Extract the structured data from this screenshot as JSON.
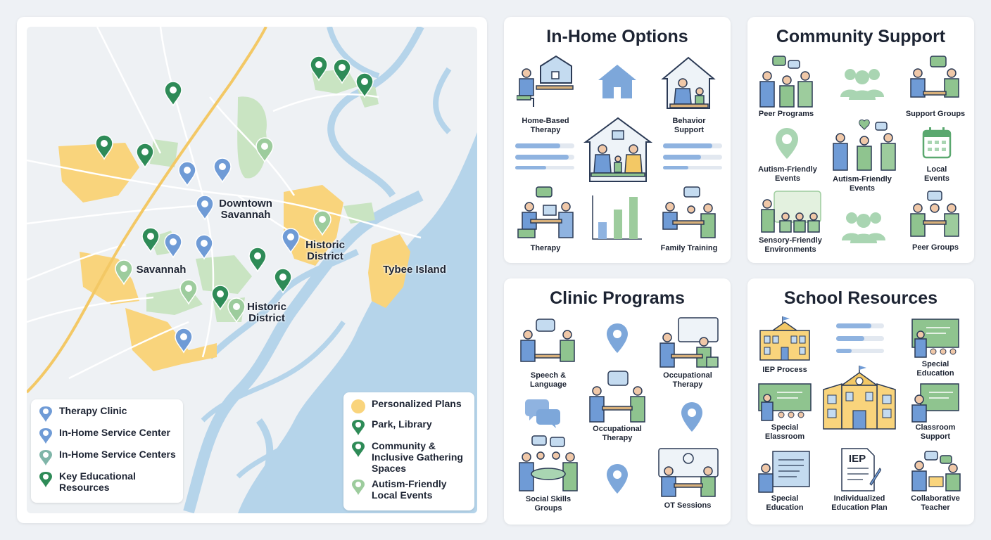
{
  "map": {
    "labels": {
      "downtown": "Downtown\nSavannah",
      "historic_east": "Historic\nDistrict",
      "savannah": "Savannah",
      "historic_south": "Historic\nDistrict",
      "tybee": "Tybee Island"
    },
    "legend_left": [
      {
        "label": "Therapy Clinic",
        "icon": "map-pin-icon",
        "color": "#6f9bd6"
      },
      {
        "label": "In-Home Service Center",
        "icon": "map-pin-icon",
        "color": "#6f9bd6"
      },
      {
        "label": "In-Home Service Centers",
        "icon": "map-pin-icon",
        "color": "#7fb5a8"
      },
      {
        "label": "Key Educational Resources",
        "icon": "graduation-cap-pin-icon",
        "color": "#2e8b57"
      }
    ],
    "legend_right": [
      {
        "label": "Personalized Plans",
        "icon": "yellow-circle-icon",
        "color": "#f9d47c"
      },
      {
        "label": "Park, Library",
        "icon": "park-pin-icon",
        "color": "#2e8b57"
      },
      {
        "label": "Community & Inclusive Gathering Spaces",
        "icon": "people-pin-icon",
        "color": "#2e8b57"
      },
      {
        "label": "Autism-Friendly Local Events",
        "icon": "light-pin-icon",
        "color": "#9dcc9d"
      }
    ],
    "colors": {
      "water": "#b5d4ea",
      "land": "#eef1f4",
      "park": "#c9e4c2",
      "plans": "#f9d47c",
      "highway": "#f3c865"
    }
  },
  "in_home": {
    "title": "In-Home Options",
    "items": [
      "Home-Based\nTherapy",
      "Behavior\nSupport",
      "Therapy",
      "Family Training"
    ]
  },
  "community": {
    "title": "Community Support",
    "items": [
      "Peer Programs",
      "Support Groups",
      "Autism-Friendly\nEvents",
      "Autism-Friendly\nEvents",
      "Local\nEvents",
      "Sensory-Friendly\nEnvironments",
      "Peer Groups"
    ]
  },
  "clinic": {
    "title": "Clinic Programs",
    "items": [
      "Speech &\nLanguage",
      "Occupational\nTherapy",
      "Occupational\nTherapy",
      "Social Skills\nGroups",
      "OT Sessions"
    ]
  },
  "school": {
    "title": "School Resources",
    "items": [
      "IEP Process",
      "Special\nEducation",
      "Special\nElassroom",
      "Classroom\nSupport",
      "Special\nEducation",
      "Individualized\nEducation Plan",
      "Collaborative\nTeacher"
    ],
    "iep_badge": "IEP"
  }
}
